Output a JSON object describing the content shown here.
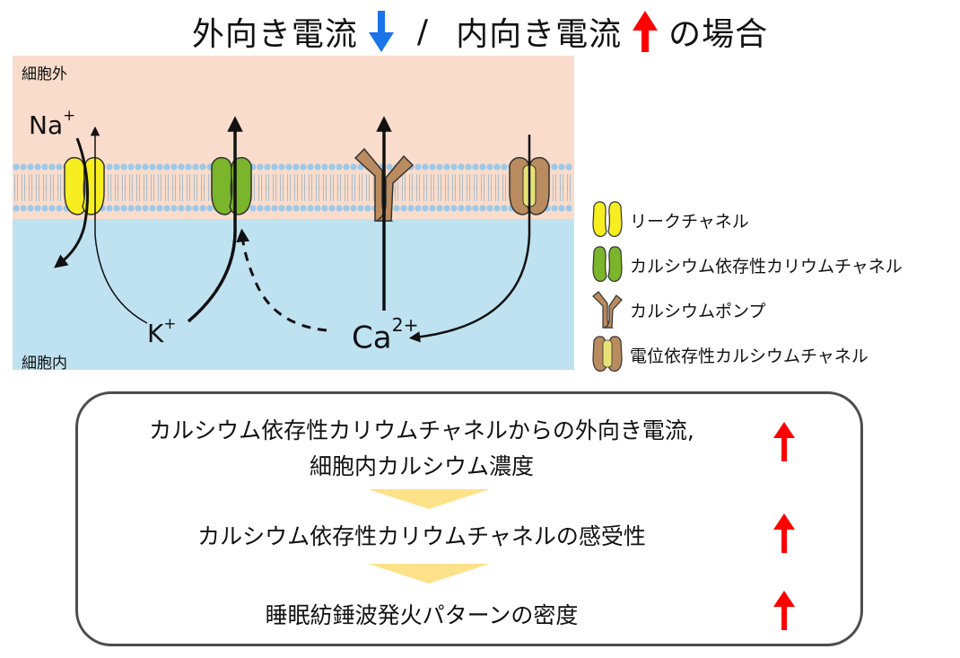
{
  "title": {
    "part1": "外向き電流",
    "separator": "/",
    "part2": "内向き電流",
    "part3": "の場合",
    "arrow_down_color": "#1a73e8",
    "arrow_up_color": "#ff0000"
  },
  "diagram": {
    "outside_label": "細胞外",
    "inside_label": "細胞内",
    "ions": {
      "na_base": "Na",
      "na_sup": "+",
      "k_base": "K",
      "k_sup": "+",
      "ca_base": "Ca",
      "ca_sup": "2+"
    },
    "colors": {
      "extracellular": "#f9dccb",
      "intracellular": "#bfe2f1",
      "lipid_head": "#9cc9ea",
      "leak": "#f7ee21",
      "kca": "#7ab52b",
      "pump": "#b98b5e",
      "vgcc": "#b98b5e",
      "vgcc_pore": "#e7e377"
    }
  },
  "legend": {
    "items": [
      {
        "label": "リークチャネル",
        "icon": "leak-channel-icon"
      },
      {
        "label": "カルシウム依存性カリウムチャネル",
        "icon": "calcium-dependent-potassium-channel-icon"
      },
      {
        "label": "カルシウムポンプ",
        "icon": "calcium-pump-icon"
      },
      {
        "label": "電位依存性カルシウムチャネル",
        "icon": "voltage-gated-calcium-channel-icon"
      }
    ]
  },
  "summary": {
    "line1": "カルシウム依存性カリウムチャネルからの外向き電流,",
    "line2": "細胞内カルシウム濃度",
    "line3": "カルシウム依存性カリウムチャネルの感受性",
    "line4": "睡眠紡錘波発火パターンの密度",
    "arrow_color": "#ff0000",
    "divider_color": "#fde28a"
  }
}
